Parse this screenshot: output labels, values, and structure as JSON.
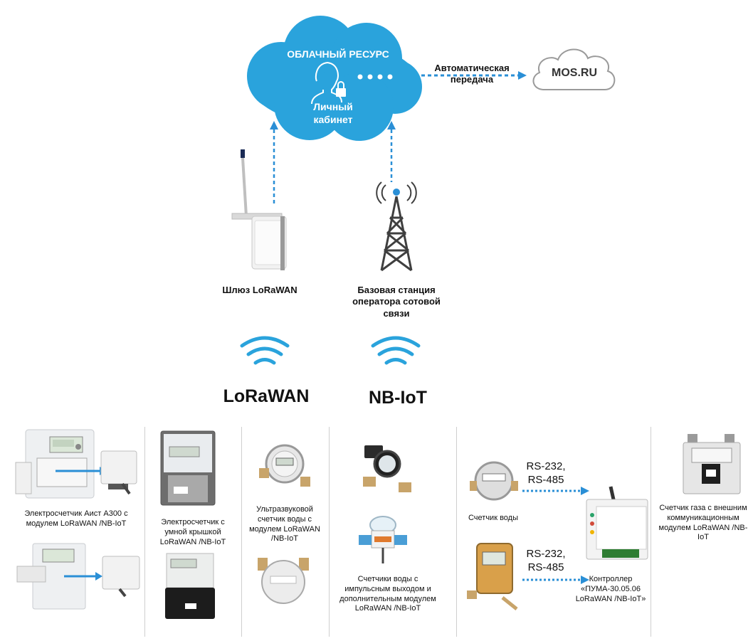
{
  "cloud": {
    "title": "ОБЛАЧНЫЙ РЕСУРС",
    "cabinet": "Личный кабинет"
  },
  "transfer": {
    "label": "Автоматическая передача"
  },
  "external": {
    "label": "MOS.RU"
  },
  "gateway": {
    "label": "Шлюз LoRaWAN"
  },
  "station": {
    "label": "Базовая станция оператора сотовой связи"
  },
  "protocols": {
    "lorawan": "LoRaWAN",
    "nbiot": "NB-IoT"
  },
  "devices": {
    "aist": "Электросчетчик Аист А300 с модулем LoRaWAN /NB-IoT",
    "smart_cover": "Электросчетчик с умной крышкой LoRaWAN /NB-IoT",
    "ultrasonic": "Ультразвуковой счетчик воды с модулем LoRaWAN /NB-IoT",
    "pulse_water": "Счетчики воды с импульсным выходом и дополнительным модулем LoRaWAN /NB-IoT",
    "water_meter": "Счетчик воды",
    "rs_top": "RS-232, RS-485",
    "rs_bottom": "RS-232, RS-485",
    "controller": "Контроллер «ПУМА-30.05.06 LoRaWAN /NB-IoT»",
    "gas": "Счетчик газа с внешним коммуникационным модулем LoRaWAN /NB-IoT"
  },
  "colors": {
    "cloud": "#2aa3dc",
    "accent": "#2a8fd6",
    "arrow": "#2a8fd6",
    "divider": "#cfcfcf"
  },
  "icons": [
    "user-lock-icon",
    "cell-tower-icon",
    "wifi-signal-icon",
    "antenna-icon"
  ]
}
